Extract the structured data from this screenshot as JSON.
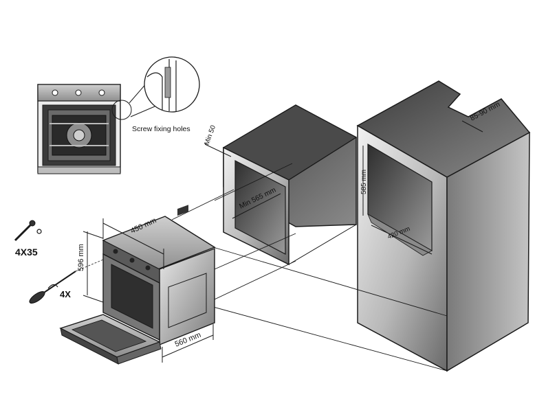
{
  "labels": {
    "screw_fixing_holes": "Screw fixing holes",
    "min_50": "Min 50",
    "min_565": "Min 565 mm",
    "depth_585": "585 mm",
    "width_420": "420 mm",
    "gap_85_90": "85-90 mm",
    "oven_height_596": "596 mm",
    "oven_width_450": "450 mm",
    "oven_depth_560": "560 mm",
    "screw_spec": "4X35",
    "screw_qty": "4X"
  },
  "colors": {
    "line": "#1a1a1a",
    "cabinet_dark": "#5a5a5a",
    "cabinet_light": "#d8d8d8",
    "oven_steel": "#9a9a9a"
  },
  "icons": [
    "screw-icon",
    "screwdriver-icon",
    "magnifier-callout"
  ]
}
